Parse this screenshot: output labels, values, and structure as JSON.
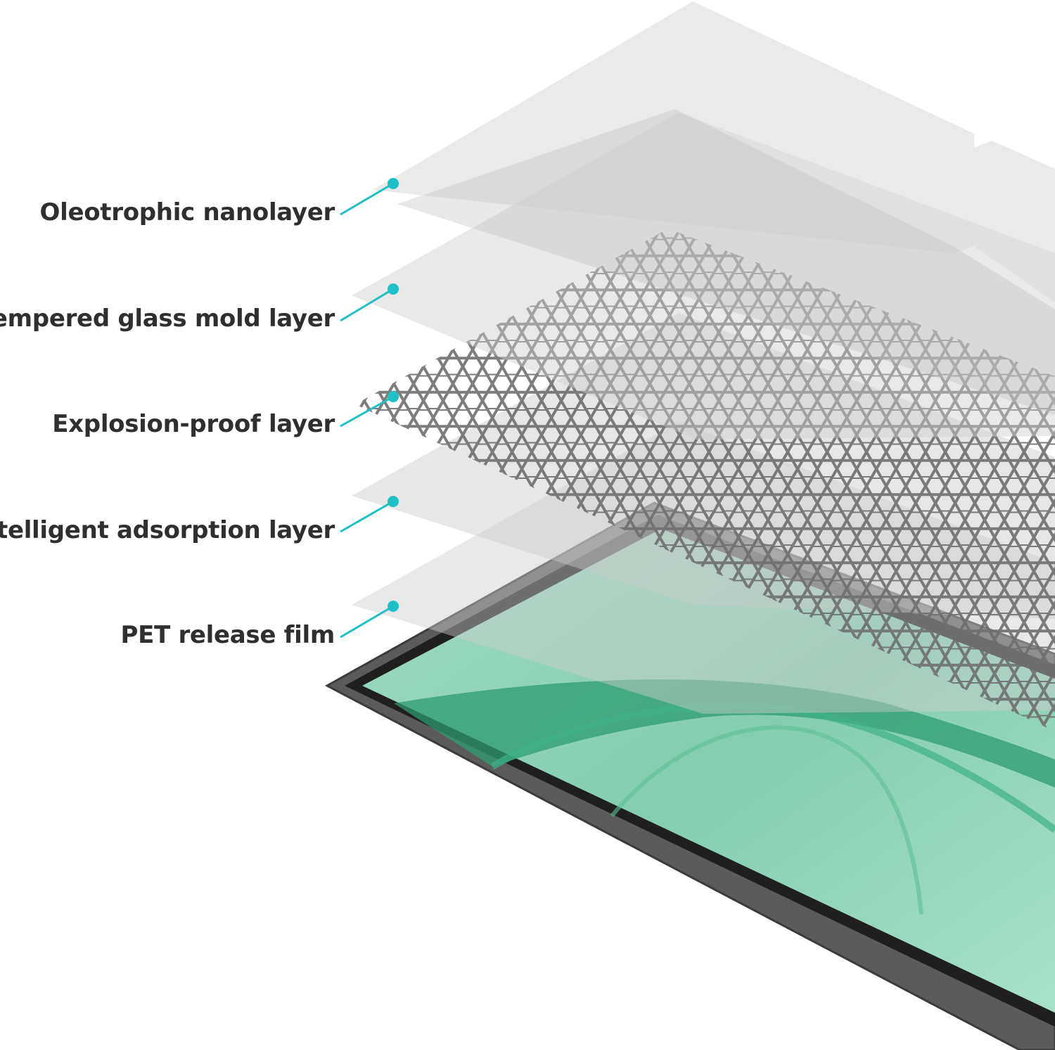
{
  "colors": {
    "background": "#ffffff",
    "label_text": "#2f2f2f",
    "callout": "#1fc0c4",
    "layer_fill": "#d6d6d6",
    "honeycomb": "#6e6e6e",
    "tablet_frame": "#4a4a4a",
    "screen": "#8fd3b8",
    "screen_accent": "#2e9b72"
  },
  "layers": [
    {
      "id": "oleotrophic",
      "label": "Oleotrophic nanolayer"
    },
    {
      "id": "tempered",
      "label": "Tempered glass mold layer"
    },
    {
      "id": "explosion",
      "label": "Explosion-proof layer"
    },
    {
      "id": "adsorption",
      "label": "Intelligent adsorption layer"
    },
    {
      "id": "pet",
      "label": "PET release film"
    }
  ]
}
